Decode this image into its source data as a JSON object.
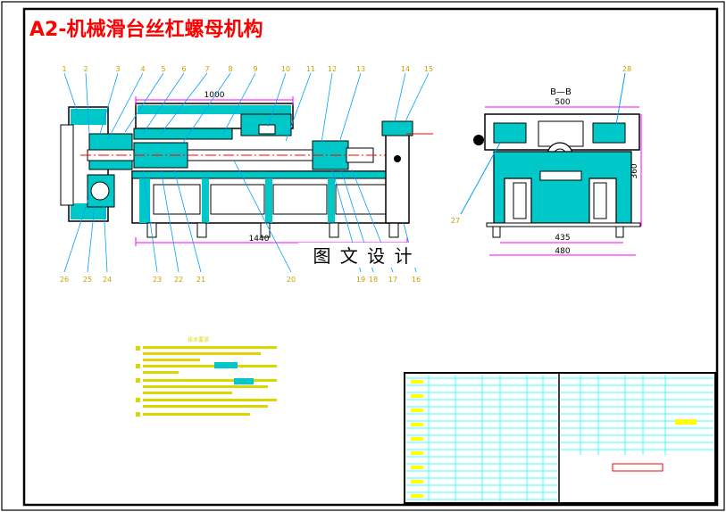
{
  "drawing": {
    "title": "A2-机械滑台丝杠螺母机构",
    "title_color": "#ff0000",
    "watermark": "图 文 设 计"
  },
  "section_label": "B—B",
  "dimensions": {
    "length_1000": "1000",
    "length_1440": "1440",
    "width_500": "500",
    "width_435": "435",
    "width_480": "480",
    "height_360": "360"
  },
  "part_numbers": {
    "top_left": [
      "1",
      "2",
      "3",
      "4",
      "5",
      "6",
      "7",
      "8",
      "9",
      "10",
      "11",
      "12",
      "13"
    ],
    "top_right": [
      "14",
      "15"
    ],
    "bottom": [
      "26",
      "25",
      "24",
      "23",
      "22",
      "21",
      "20",
      "19",
      "18",
      "17",
      "16"
    ],
    "side_view": [
      "27",
      "28"
    ]
  },
  "notes": {
    "heading": "技术要求"
  },
  "colors": {
    "outline": "#000000",
    "part_fill": "#00c8c8",
    "hatch": "#00ffff",
    "dimension": "#ff00ff",
    "centerline": "#ff0000",
    "yellow_text": "#ffff00",
    "callout_yellow": "#d8d800",
    "leader": "#00a0ff"
  }
}
